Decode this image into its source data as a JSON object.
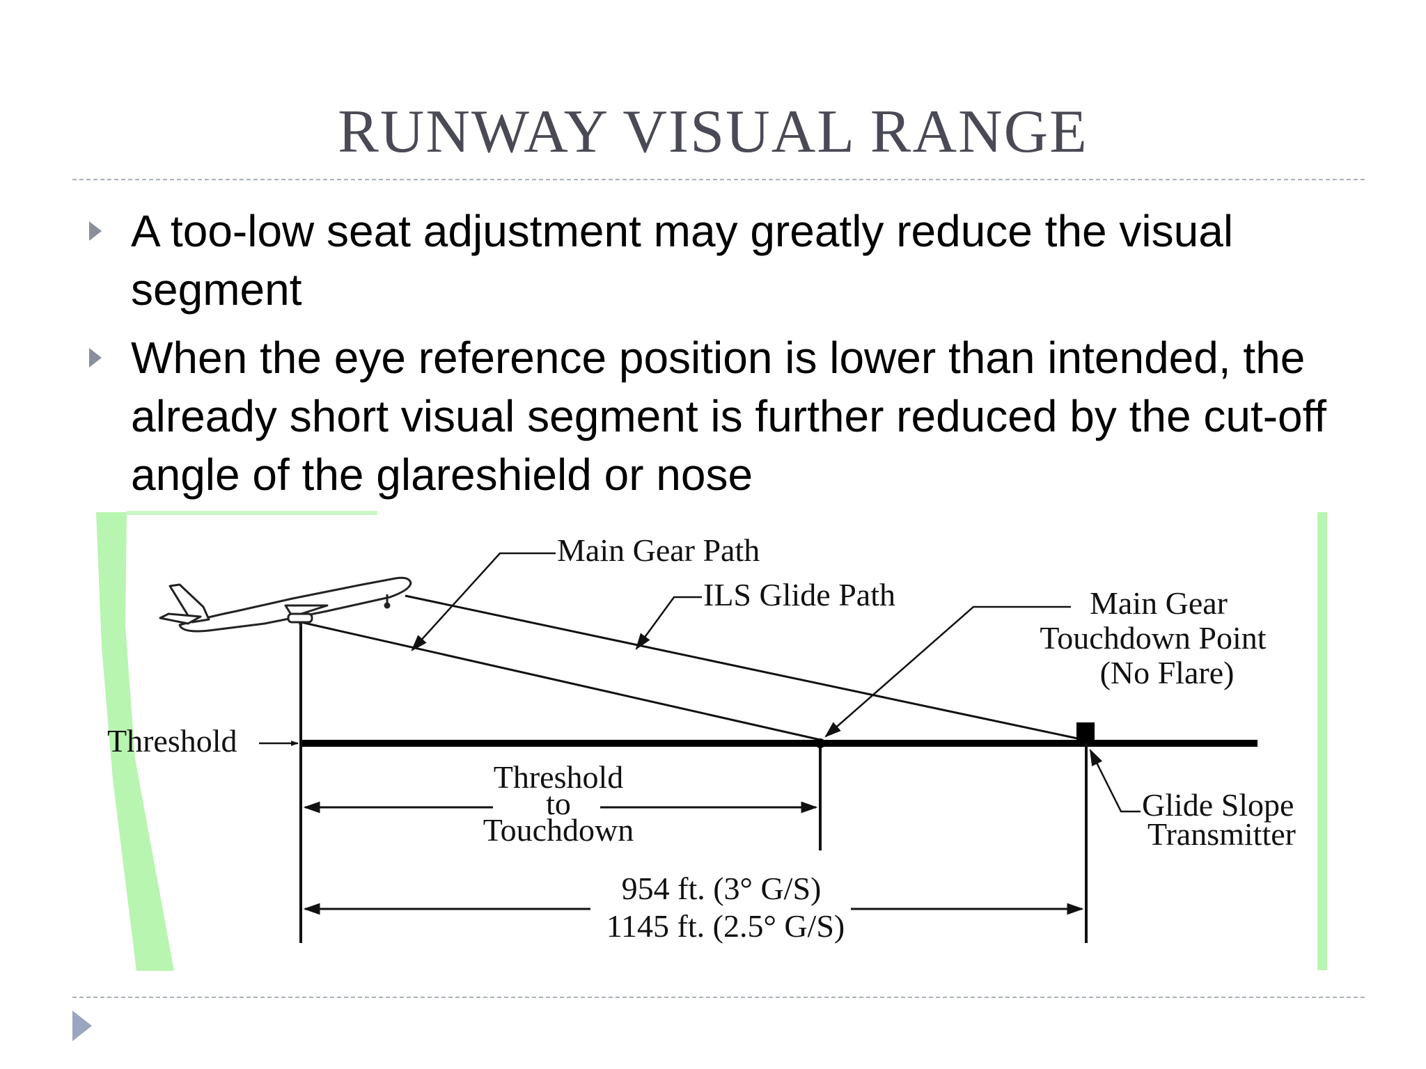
{
  "slide": {
    "title": "RUNWAY VISUAL RANGE",
    "bullets": [
      "A too-low seat adjustment may greatly reduce the visual segment",
      "When the eye reference position is lower than intended, the already short visual segment is further reduced by the cut-off angle of the glareshield or nose"
    ]
  },
  "diagram": {
    "labels": {
      "main_gear_path": "Main Gear Path",
      "ils_glide_path": "ILS Glide Path",
      "touchdown_line1": "Main Gear",
      "touchdown_line2": "Touchdown Point",
      "touchdown_line3": "(No Flare)",
      "threshold": "Threshold",
      "ttd_line1": "Threshold",
      "ttd_line2": "to",
      "ttd_line3": "Touchdown",
      "gs_line1": "Glide Slope",
      "gs_line2": "Transmitter",
      "dist_line1": "954 ft. (3° G/S)",
      "dist_line2": "1145 ft. (2.5° G/S)"
    }
  },
  "colors": {
    "title": "#4a4a56",
    "text": "#000000",
    "accent_green": "#b8f5b0",
    "bullet": "#8a8f9c",
    "rule": "#a8b0be"
  },
  "icons": {
    "bullet": "triangle-right-icon",
    "nav": "next-slide-arrow-icon",
    "aircraft": "airplane-icon"
  }
}
